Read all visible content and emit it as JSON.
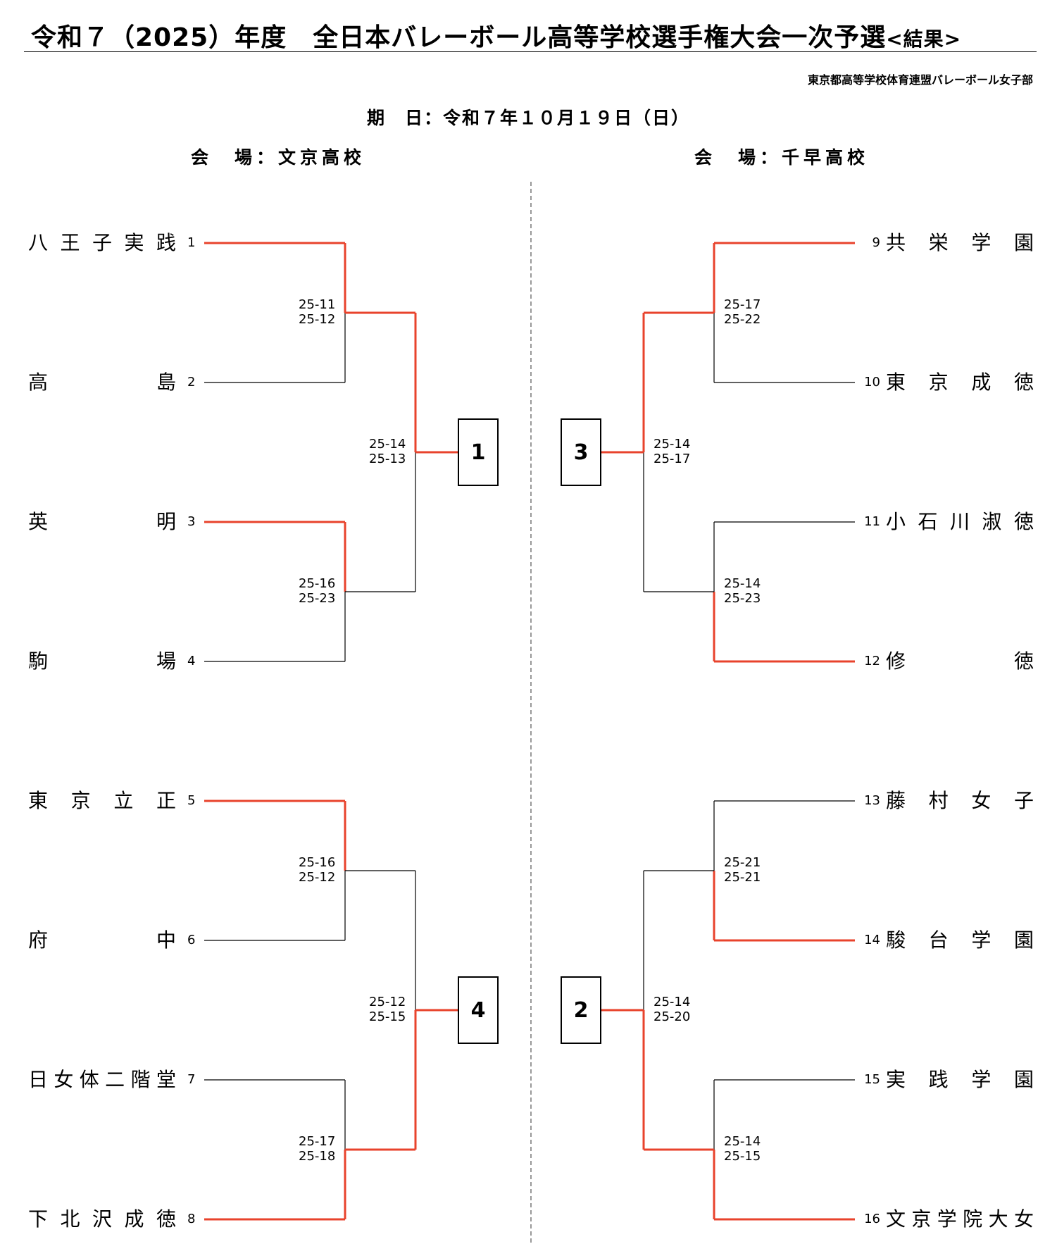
{
  "header": {
    "title": "令和７（2025）年度　全日本バレーボール高等学校選手権大会一次予選",
    "title_suffix": "<結果>",
    "organizer": "東京都高等学校体育連盟バレーボール女子部",
    "date_line": "期　日：令和７年１０月１９日（日）"
  },
  "venues": {
    "left": "会　場：文京高校",
    "right": "会　場：千早高校"
  },
  "colors": {
    "winner_line": "#e8432c",
    "loser_line": "#000000"
  },
  "teams": [
    {
      "seed": "1",
      "chars": [
        "八",
        "王",
        "子",
        "実",
        "践"
      ]
    },
    {
      "seed": "2",
      "chars": [
        "高",
        "島"
      ]
    },
    {
      "seed": "3",
      "chars": [
        "英",
        "明"
      ]
    },
    {
      "seed": "4",
      "chars": [
        "駒",
        "場"
      ]
    },
    {
      "seed": "5",
      "chars": [
        "東",
        "京",
        "立",
        "正"
      ]
    },
    {
      "seed": "6",
      "chars": [
        "府",
        "中"
      ]
    },
    {
      "seed": "7",
      "chars": [
        "日",
        "女",
        "体",
        "二",
        "階",
        "堂"
      ]
    },
    {
      "seed": "8",
      "chars": [
        "下",
        "北",
        "沢",
        "成",
        "徳"
      ]
    },
    {
      "seed": "9",
      "chars": [
        "共",
        "栄",
        "学",
        "園"
      ]
    },
    {
      "seed": "10",
      "chars": [
        "東",
        "京",
        "成",
        "徳"
      ]
    },
    {
      "seed": "11",
      "chars": [
        "小",
        "石",
        "川",
        "淑",
        "徳"
      ]
    },
    {
      "seed": "12",
      "chars": [
        "修",
        "徳"
      ]
    },
    {
      "seed": "13",
      "chars": [
        "藤",
        "村",
        "女",
        "子"
      ]
    },
    {
      "seed": "14",
      "chars": [
        "駿",
        "台",
        "学",
        "園"
      ]
    },
    {
      "seed": "15",
      "chars": [
        "実",
        "践",
        "学",
        "園"
      ]
    },
    {
      "seed": "16",
      "chars": [
        "文",
        "京",
        "学",
        "院",
        "大",
        "女"
      ]
    }
  ],
  "matches": [
    {
      "set1": "25-11",
      "set2": "25-12"
    },
    {
      "set1": "25-16",
      "set2": "25-23"
    },
    {
      "set1": "25-14",
      "set2": "25-13"
    },
    {
      "set1": "25-16",
      "set2": "25-12"
    },
    {
      "set1": "25-17",
      "set2": "25-18"
    },
    {
      "set1": "25-12",
      "set2": "25-15"
    },
    {
      "set1": "25-17",
      "set2": "25-22"
    },
    {
      "set1": "25-14",
      "set2": "25-23"
    },
    {
      "set1": "25-14",
      "set2": "25-17"
    },
    {
      "set1": "25-21",
      "set2": "25-21"
    },
    {
      "set1": "25-14",
      "set2": "25-15"
    },
    {
      "set1": "25-14",
      "set2": "25-20"
    }
  ],
  "placements": [
    "1",
    "4",
    "3",
    "2"
  ]
}
